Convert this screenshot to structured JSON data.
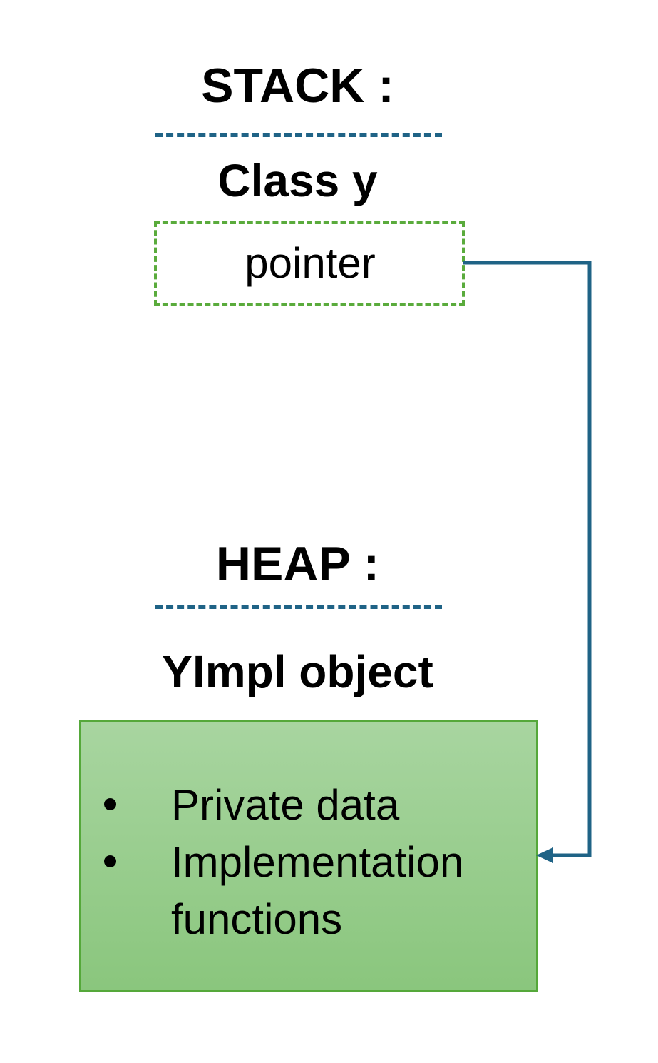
{
  "stack": {
    "title": "STACK :",
    "class_label": "Class y",
    "pointer_label": "pointer"
  },
  "heap": {
    "title": "HEAP :",
    "object_label": "YImpl object",
    "items": [
      {
        "text": "Private data"
      },
      {
        "text": "Implementation"
      },
      {
        "text": "functions"
      }
    ]
  },
  "colors": {
    "divider": "#1f6386",
    "connector": "#1f6386",
    "pointer_border": "#5aab3c",
    "heap_border": "#55a83a",
    "heap_fill_top": "#a8d5a0",
    "heap_fill_bottom": "#8ac67d"
  }
}
